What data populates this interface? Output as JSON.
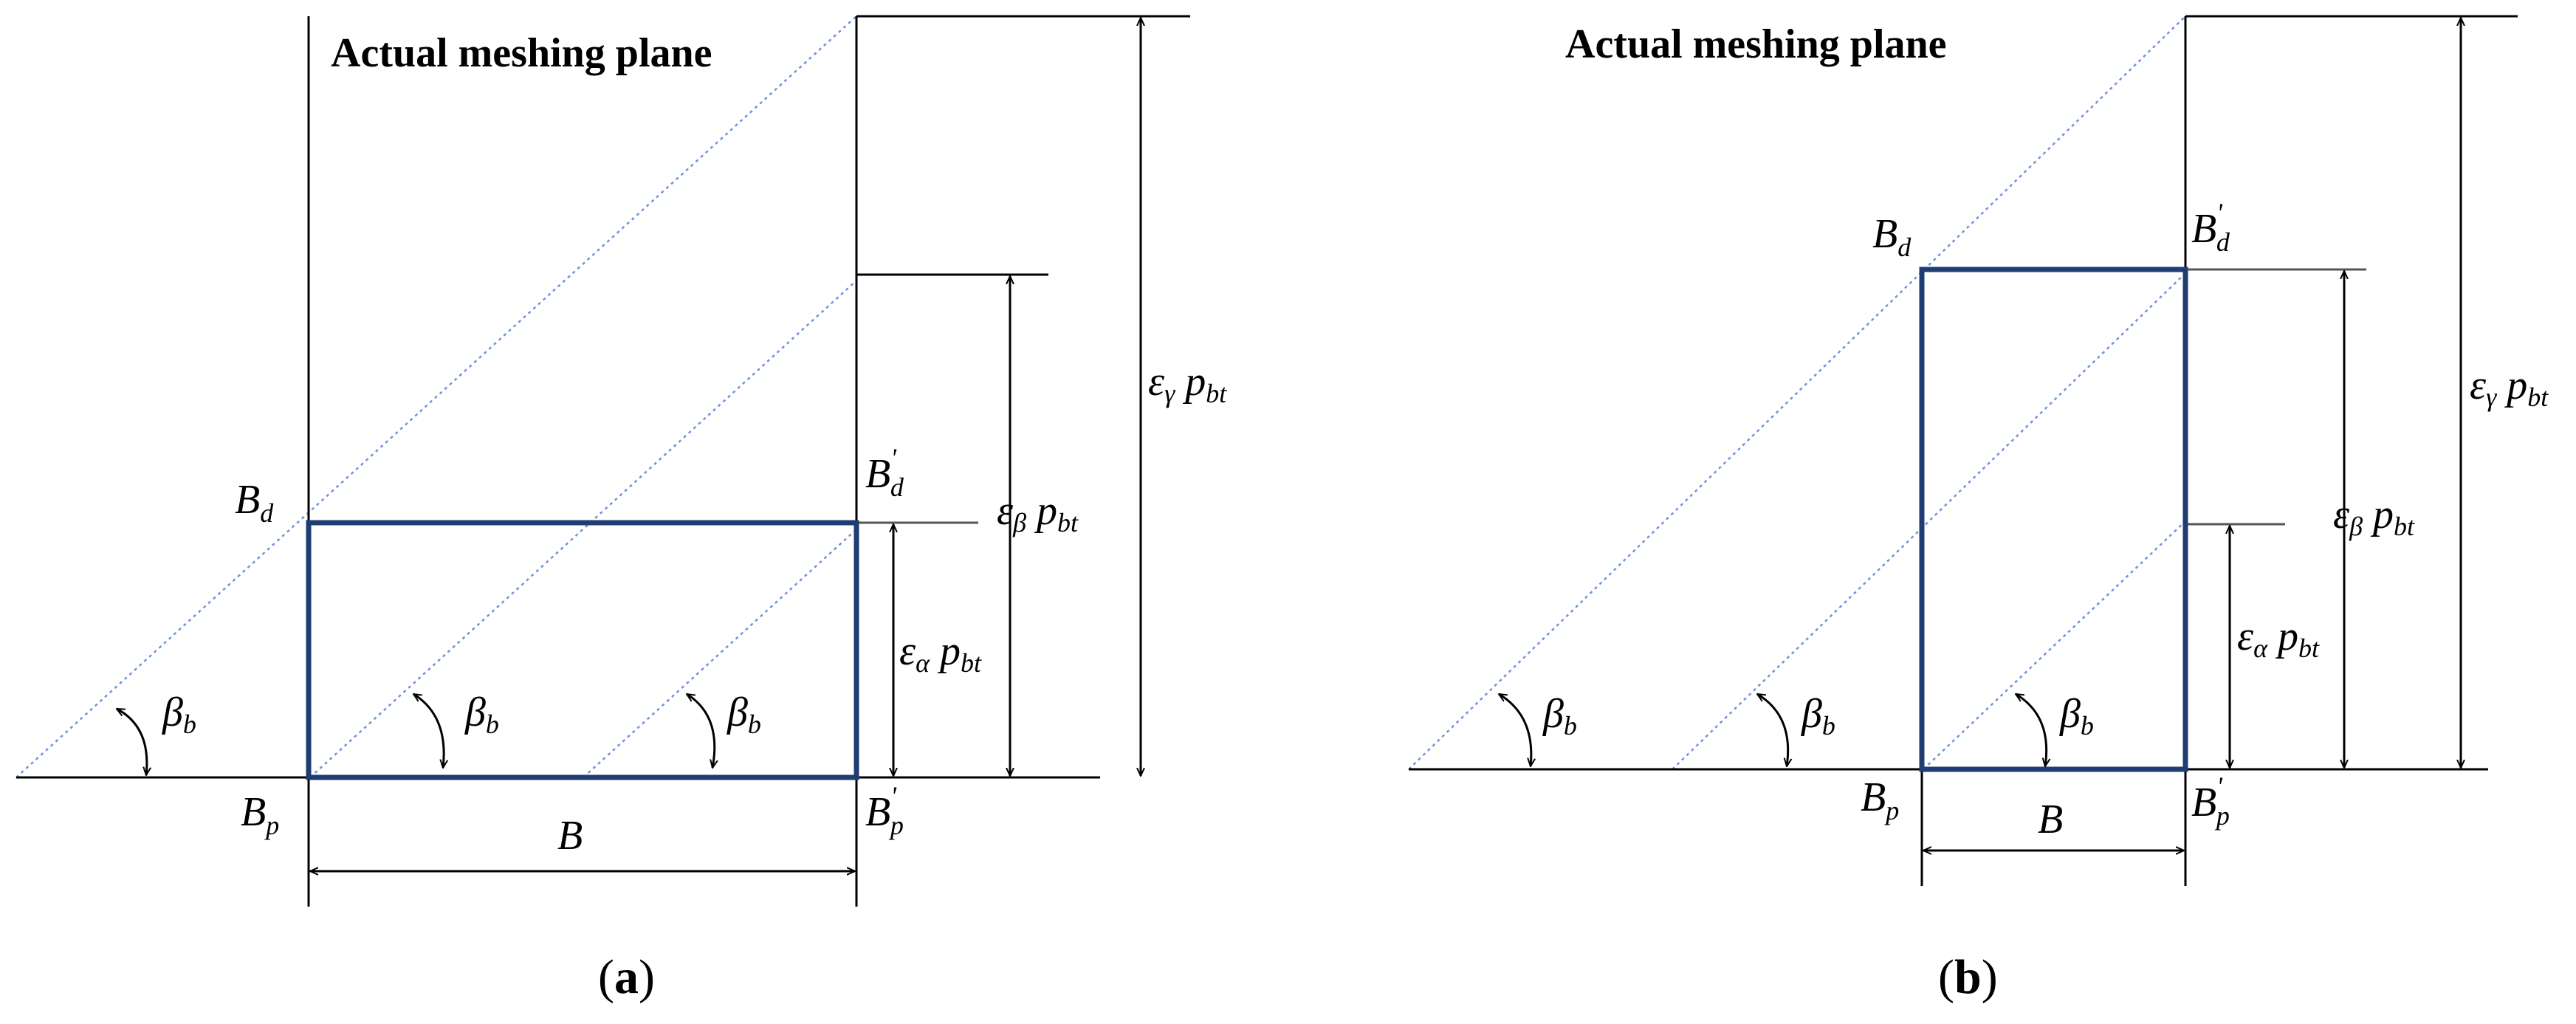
{
  "panel_a": {
    "title": "Actual meshing plane",
    "label_bd": "B",
    "label_bd_sub": "d",
    "label_bdp": "B",
    "label_bdp_sub": "d",
    "label_bdp_prime": "'",
    "label_bp": "B",
    "label_bp_sub": "p",
    "label_bpp": "B",
    "label_bpp_sub": "p",
    "label_bpp_prime": "'",
    "label_width": "B",
    "beta": "β",
    "beta_sub": "b",
    "eps_alpha": "ε",
    "eps_alpha_sub": "α",
    "eps_beta": "ε",
    "eps_beta_sub": "β",
    "eps_gamma": "ε",
    "eps_gamma_sub": "γ",
    "p": "p",
    "p_sub": "bt",
    "caption_open": "(",
    "caption_letter": "a",
    "caption_close": ")"
  },
  "panel_b": {
    "title": "Actual meshing plane",
    "label_bd": "B",
    "label_bd_sub": "d",
    "label_bdp": "B",
    "label_bdp_sub": "d",
    "label_bdp_prime": "'",
    "label_bp": "B",
    "label_bp_sub": "p",
    "label_bpp": "B",
    "label_bpp_sub": "p",
    "label_bpp_prime": "'",
    "label_width": "B",
    "beta": "β",
    "beta_sub": "b",
    "eps_alpha": "ε",
    "eps_alpha_sub": "α",
    "eps_beta": "ε",
    "eps_beta_sub": "β",
    "eps_gamma": "ε",
    "eps_gamma_sub": "γ",
    "p": "p",
    "p_sub": "bt",
    "caption_open": "(",
    "caption_letter": "b",
    "caption_close": ")"
  },
  "colors": {
    "contact_rectangle": "#1f3c73",
    "contact_lines": "#6f93d8",
    "lines": "#000000"
  }
}
